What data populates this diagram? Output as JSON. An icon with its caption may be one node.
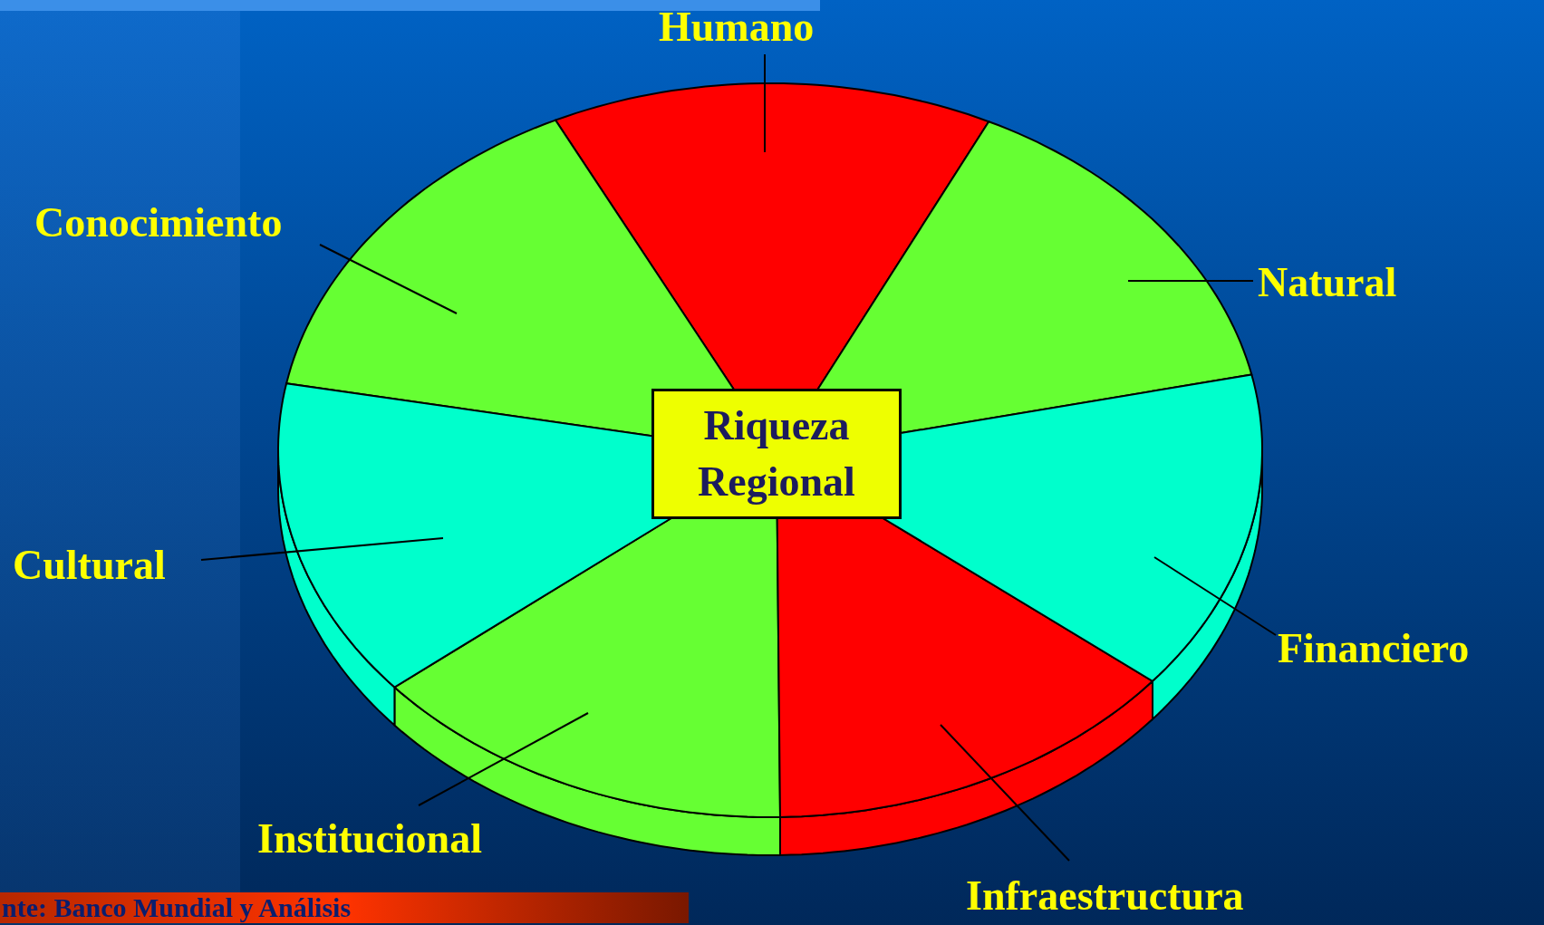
{
  "diagram": {
    "nodes": [
      {
        "text": [
          "Humano"
        ]
      },
      {
        "text": [
          "Conocimiento"
        ]
      },
      {
        "text": [
          "Natural"
        ]
      },
      {
        "text": [
          "Cultural"
        ]
      },
      {
        "text": [
          "Financiero"
        ]
      },
      {
        "text": [
          "Institucional"
        ]
      },
      {
        "text": [
          "Infraestructura"
        ]
      },
      {
        "text": [
          "Riqueza Regional"
        ]
      },
      {
        "text": [],
        "shape": "slice"
      },
      {
        "text": [],
        "shape": "slice"
      },
      {
        "text": [],
        "shape": "slice"
      },
      {
        "text": [],
        "shape": "slice"
      },
      {
        "text": [],
        "shape": "slice"
      },
      {
        "text": [],
        "shape": "slice"
      },
      {
        "text": [],
        "shape": "slice"
      }
    ],
    "edges": [
      {
        "from": 0,
        "to": 8,
        "arrow": "none"
      },
      {
        "from": 1,
        "to": 9,
        "arrow": "none"
      },
      {
        "from": 2,
        "to": 10,
        "arrow": "none"
      },
      {
        "from": 3,
        "to": 11,
        "arrow": "none"
      },
      {
        "from": 4,
        "to": 12,
        "arrow": "none"
      },
      {
        "from": 5,
        "to": 13,
        "arrow": "none"
      },
      {
        "from": 6,
        "to": 14,
        "arrow": "none"
      }
    ],
    "labels": [
      "nte: Banco Mundial y Análisis"
    ]
  }
}
